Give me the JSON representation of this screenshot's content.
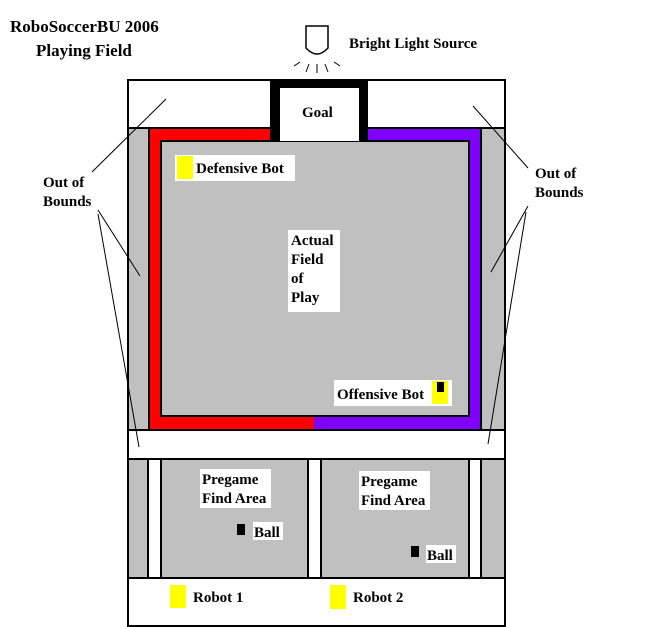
{
  "title_line1": "RoboSoccerBU 2006",
  "title_line2": "Playing Field",
  "light_label": "Bright Light Source",
  "goal_label": "Goal",
  "defensive_bot": "Defensive Bot",
  "offensive_bot": "Offensive Bot",
  "out_of_bounds_left": [
    "Out of",
    "Bounds"
  ],
  "out_of_bounds_right": [
    "Out of",
    "Bounds"
  ],
  "field_label": [
    "Actual",
    "Field",
    "of",
    "Play"
  ],
  "pregame_left": [
    "Pregame",
    "Find Area"
  ],
  "pregame_right": [
    "Pregame",
    "Find Area"
  ],
  "ball_left": "Ball",
  "ball_right": "Ball",
  "robot1": "Robot 1",
  "robot2": "Robot 2",
  "colors": {
    "red": "#ff0000",
    "purple": "#7f00ff",
    "gray": "#c0c0c0",
    "yellow": "#ffff00"
  }
}
